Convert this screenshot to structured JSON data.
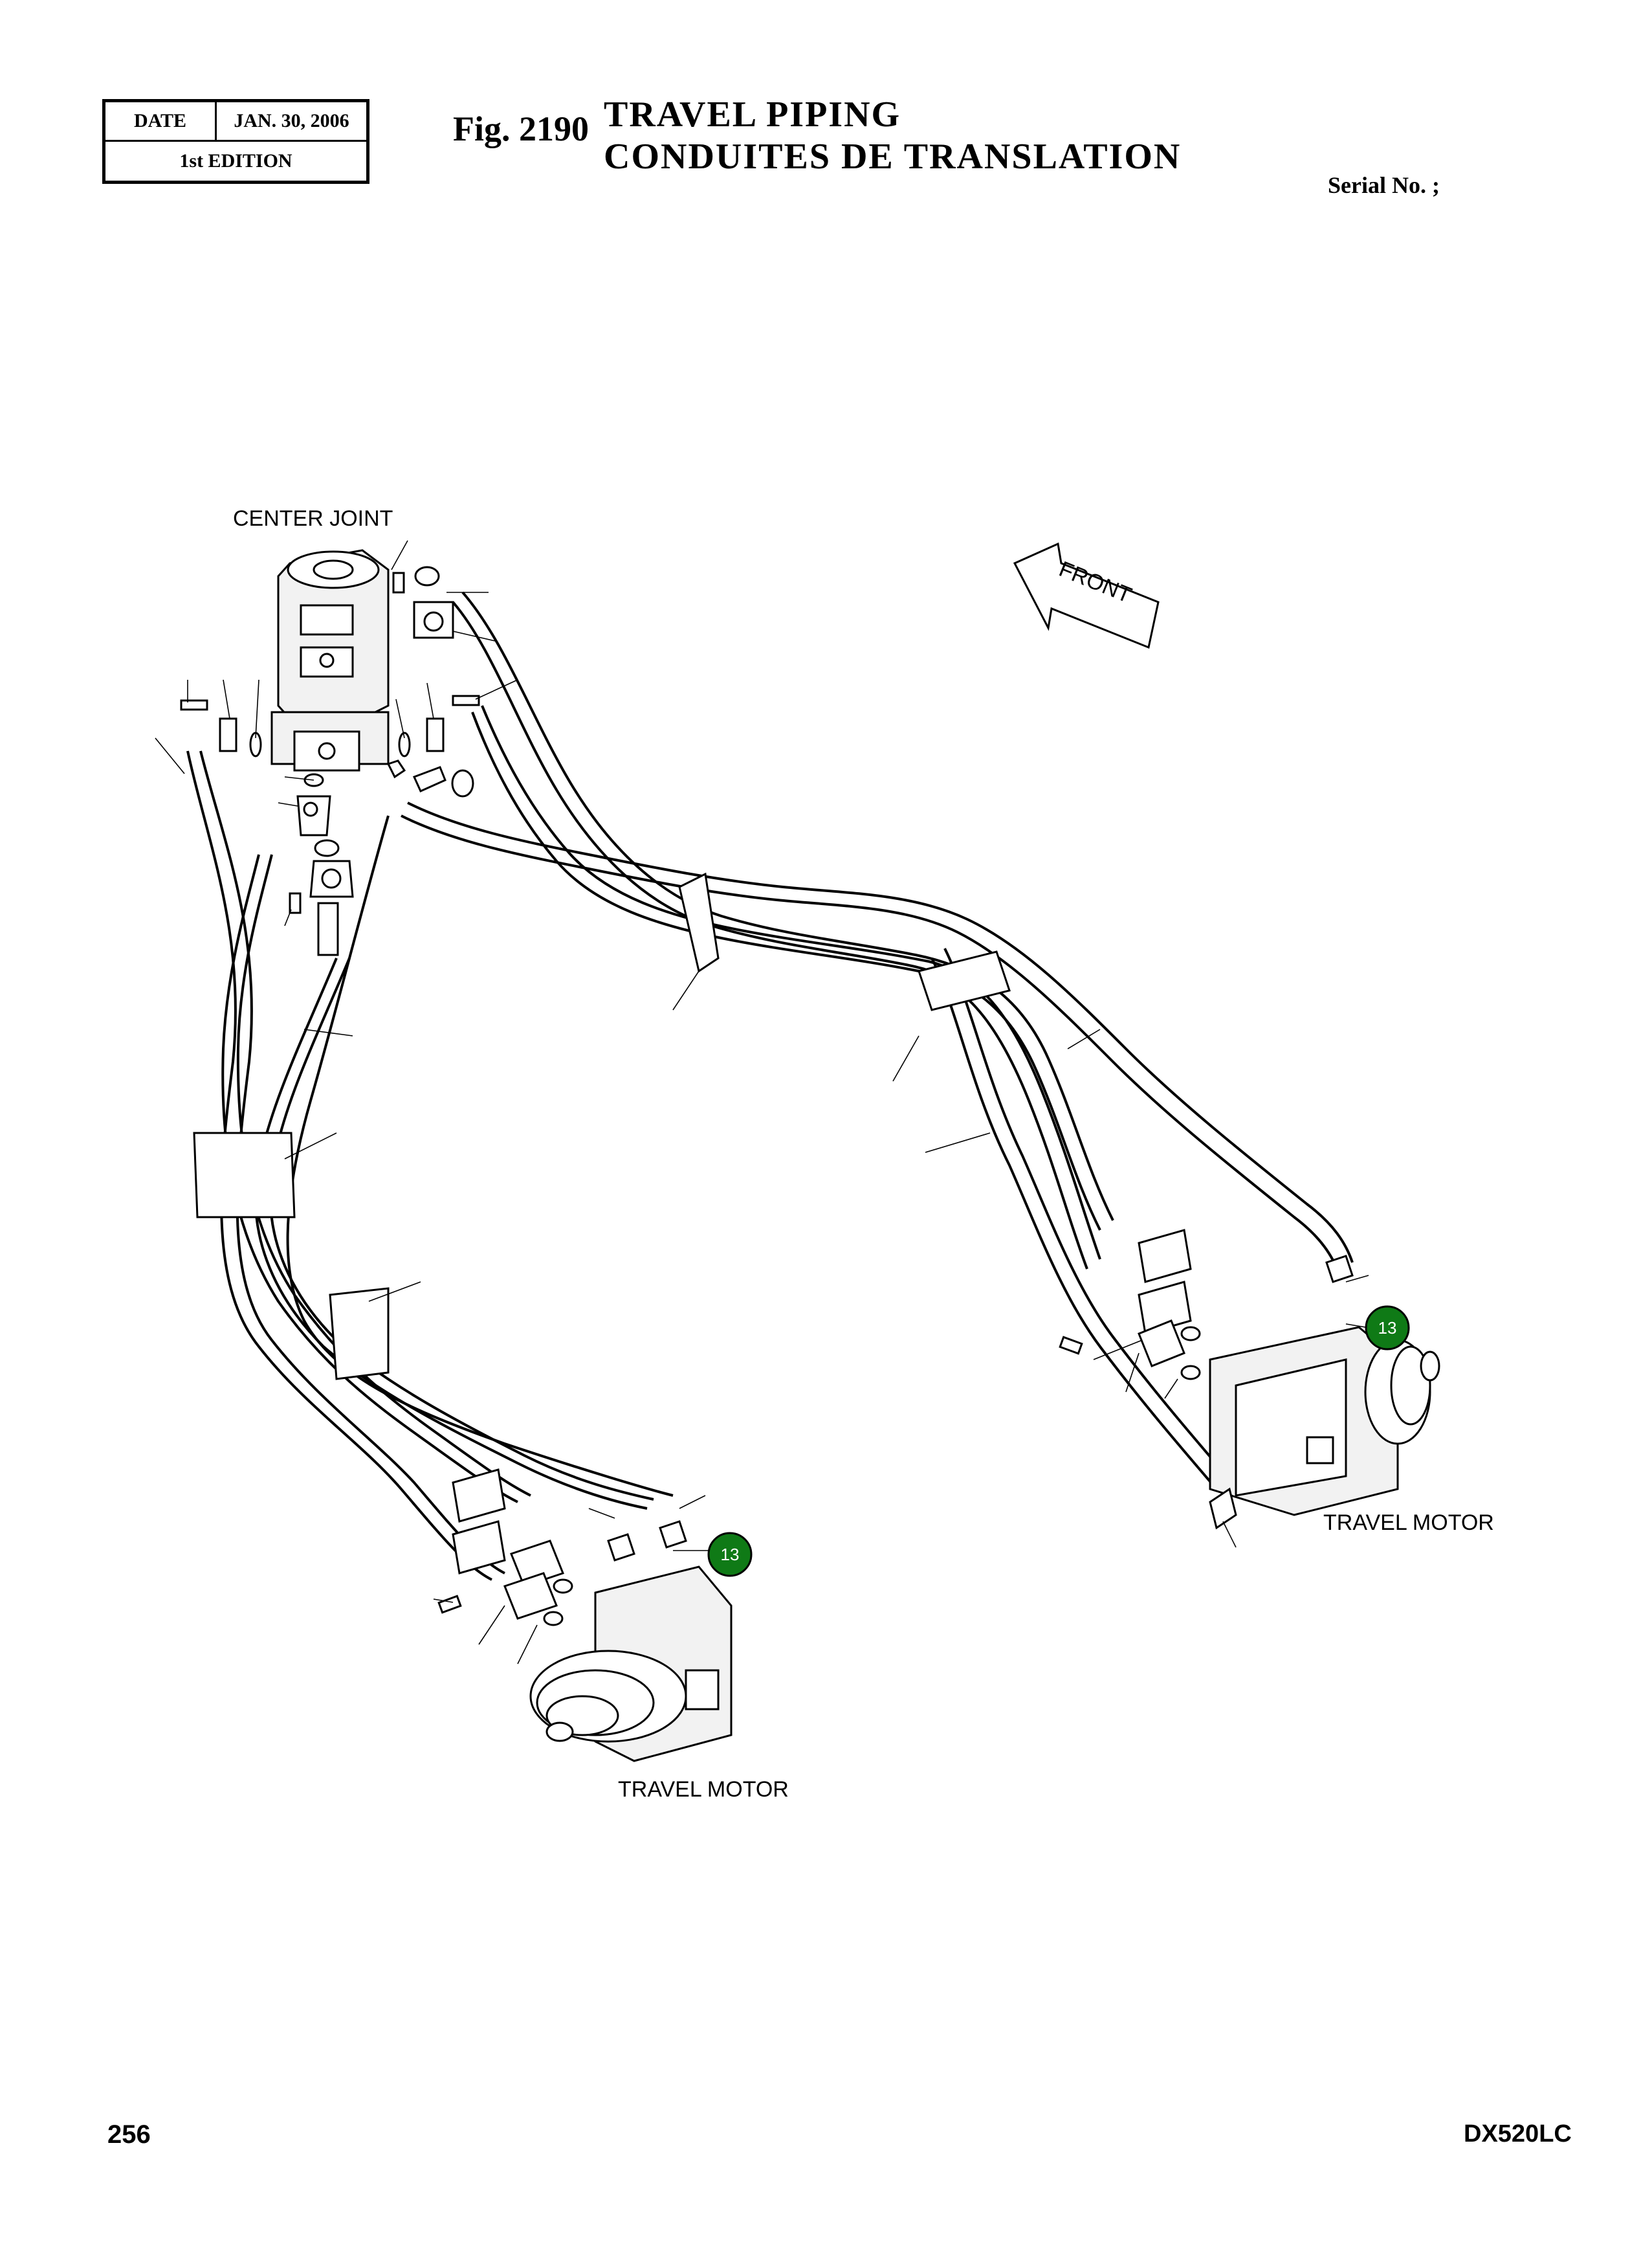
{
  "header": {
    "date_label": "DATE",
    "date_value": "JAN. 30, 2006",
    "edition": "1st EDITION",
    "fig_number": "Fig. 2190",
    "title_en": "TRAVEL  PIPING",
    "title_fr": "CONDUITES  DE  TRANSLATION",
    "serial": "Serial No. ;"
  },
  "diagram": {
    "labels": {
      "center_joint": "CENTER JOINT",
      "front": "FRONT",
      "travel_motor_right": "TRAVEL MOTOR",
      "travel_motor_left": "TRAVEL MOTOR"
    },
    "callouts": [
      {
        "number": "13",
        "color": "#0f7a16"
      },
      {
        "number": "13",
        "color": "#0f7a16"
      }
    ]
  },
  "footer": {
    "page_number": "256",
    "model": "DX520LC"
  }
}
